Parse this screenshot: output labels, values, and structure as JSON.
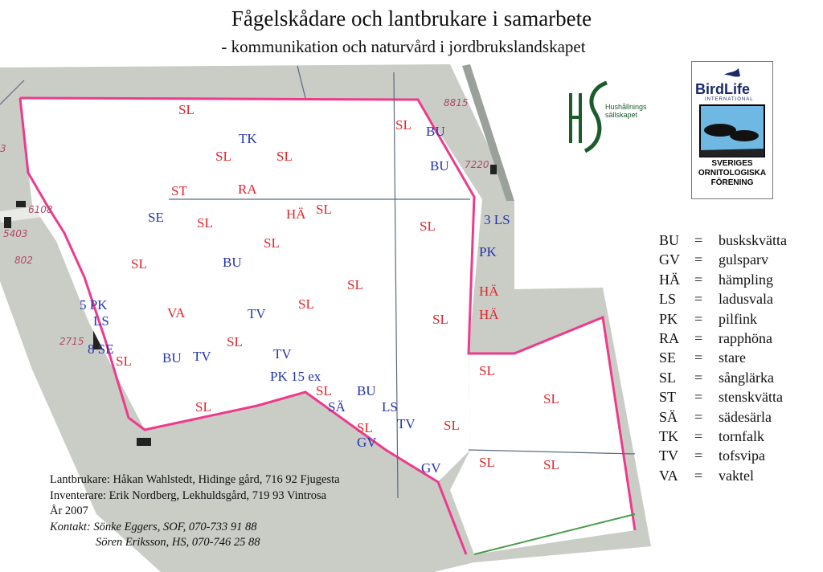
{
  "title": "Fågelskådare och lantbrukare i samarbete",
  "subtitle": "- kommunikation och naturvård i jordbrukslandskapet",
  "logos": {
    "hs_text_line1": "Hushållnings",
    "hs_text_line2": "sällskapet",
    "birdlife_name": "BirdLife",
    "birdlife_sub": "INTERNATIONAL",
    "sof_line1": "SVERIGES",
    "sof_line2": "ORNITOLOGISKA",
    "sof_line3": "FÖRENING"
  },
  "parcel_numbers": [
    "8815",
    "7220",
    "6108",
    "5403",
    "802",
    "2715",
    "3"
  ],
  "map_labels": [
    {
      "text": "SL",
      "color": "red"
    },
    {
      "text": "TK",
      "color": "blue"
    },
    {
      "text": "SL",
      "color": "red"
    },
    {
      "text": "SL",
      "color": "red"
    },
    {
      "text": "ST",
      "color": "red"
    },
    {
      "text": "RA",
      "color": "red"
    },
    {
      "text": "SL",
      "color": "red"
    },
    {
      "text": "BU",
      "color": "blue"
    },
    {
      "text": "BU",
      "color": "blue"
    },
    {
      "text": "SE",
      "color": "blue"
    },
    {
      "text": "SL",
      "color": "red"
    },
    {
      "text": "HÄ",
      "color": "red"
    },
    {
      "text": "SL",
      "color": "red"
    },
    {
      "text": "SL",
      "color": "red"
    },
    {
      "text": "3 LS",
      "color": "blue"
    },
    {
      "text": "SL",
      "color": "red"
    },
    {
      "text": "SL",
      "color": "red"
    },
    {
      "text": "BU",
      "color": "blue"
    },
    {
      "text": "PK",
      "color": "blue"
    },
    {
      "text": "SL",
      "color": "red"
    },
    {
      "text": "HÄ",
      "color": "red"
    },
    {
      "text": "5 PK",
      "color": "blue"
    },
    {
      "text": "LS",
      "color": "blue"
    },
    {
      "text": "VA",
      "color": "red"
    },
    {
      "text": "SL",
      "color": "red"
    },
    {
      "text": "TV",
      "color": "blue"
    },
    {
      "text": "HÄ",
      "color": "red"
    },
    {
      "text": "SL",
      "color": "red"
    },
    {
      "text": "SL",
      "color": "red"
    },
    {
      "text": "8 SE",
      "color": "blue"
    },
    {
      "text": "TV",
      "color": "blue"
    },
    {
      "text": "SL",
      "color": "red"
    },
    {
      "text": "BU",
      "color": "blue"
    },
    {
      "text": "TV",
      "color": "blue"
    },
    {
      "text": "SL",
      "color": "red"
    },
    {
      "text": "PK 15 ex",
      "color": "blue"
    },
    {
      "text": "SL",
      "color": "red"
    },
    {
      "text": "BU",
      "color": "blue"
    },
    {
      "text": "SL",
      "color": "red"
    },
    {
      "text": "SÄ",
      "color": "blue"
    },
    {
      "text": "LS",
      "color": "blue"
    },
    {
      "text": "SL",
      "color": "red"
    },
    {
      "text": "TV",
      "color": "blue"
    },
    {
      "text": "SL",
      "color": "red"
    },
    {
      "text": "GV",
      "color": "blue"
    },
    {
      "text": "GV",
      "color": "blue"
    },
    {
      "text": "SL",
      "color": "red"
    },
    {
      "text": "SL",
      "color": "red"
    }
  ],
  "legend": [
    {
      "code": "BU",
      "eq": "=",
      "name": "buskskvätta"
    },
    {
      "code": "GV",
      "eq": "=",
      "name": "gulsparv"
    },
    {
      "code": "HÄ",
      "eq": "=",
      "name": "hämpling"
    },
    {
      "code": "LS",
      "eq": "=",
      "name": "ladusvala"
    },
    {
      "code": "PK",
      "eq": "=",
      "name": "pilfink"
    },
    {
      "code": "RA",
      "eq": "=",
      "name": "rapphöna"
    },
    {
      "code": "SE",
      "eq": "=",
      "name": "stare"
    },
    {
      "code": "SL",
      "eq": "=",
      "name": "sånglärka"
    },
    {
      "code": "ST",
      "eq": "=",
      "name": "stenskvätta"
    },
    {
      "code": "SÄ",
      "eq": "=",
      "name": "sädesärla"
    },
    {
      "code": "TK",
      "eq": "=",
      "name": "tornfalk"
    },
    {
      "code": "TV",
      "eq": "=",
      "name": "tofsvipa"
    },
    {
      "code": "VA",
      "eq": "=",
      "name": "vaktel"
    }
  ],
  "footer": {
    "line1": "Lantbrukare: Håkan Wahlstedt, Hidinge gård, 716 92 Fjugesta",
    "line2": "Inventerare: Erik Nordberg, Lekhuldsgård, 719 93 Vintrosa",
    "line3": "År 2007",
    "line4": "Kontakt: Sönke Eggers, SOF, 070-733 91 88",
    "line5": "Sören Eriksson, HS, 070-746 25 88"
  },
  "colors": {
    "boundary": "#ee3a8c",
    "bird_red": "#e0262b",
    "bird_blue": "#2233b0",
    "map_grey": "#c9cdc6"
  }
}
